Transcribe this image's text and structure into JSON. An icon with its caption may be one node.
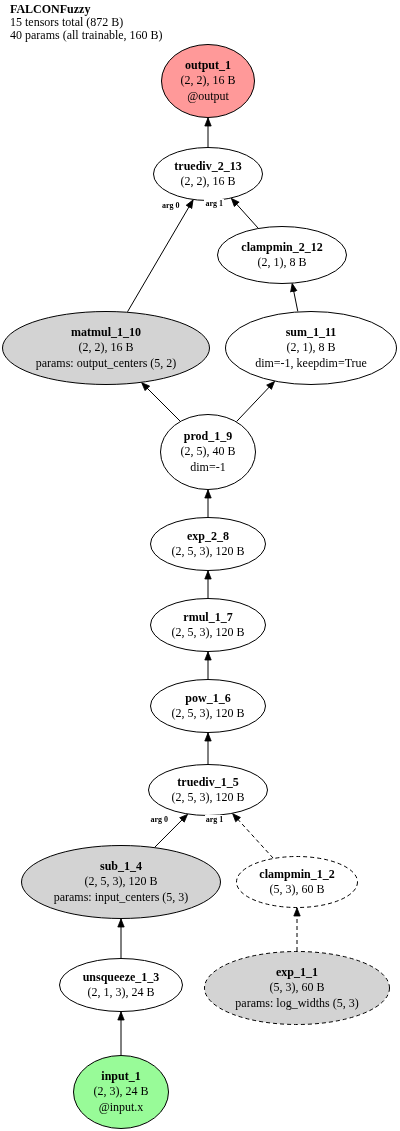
{
  "diagram": {
    "title": "FALCONFuzzy",
    "nodes": [
      {
        "text": [
          "output_1",
          "(2, 2), 16 B",
          "@output"
        ]
      },
      {
        "text": [
          "truediv_2_13",
          "(2, 2), 16 B"
        ]
      },
      {
        "text": [
          "clampmin_2_12",
          "(2, 1), 8 B"
        ]
      },
      {
        "text": [
          "matmul_1_10",
          "(2, 2), 16 B",
          "params: output_centers (5, 2)"
        ]
      },
      {
        "text": [
          "sum_1_11",
          "(2, 1), 8 B",
          "dim=-1, keepdim=True"
        ]
      },
      {
        "text": [
          "prod_1_9",
          "(2, 5), 40 B",
          "dim=-1"
        ]
      },
      {
        "text": [
          "exp_2_8",
          "(2, 5, 3), 120 B"
        ]
      },
      {
        "text": [
          "rmul_1_7",
          "(2, 5, 3), 120 B"
        ]
      },
      {
        "text": [
          "pow_1_6",
          "(2, 5, 3), 120 B"
        ]
      },
      {
        "text": [
          "truediv_1_5",
          "(2, 5, 3), 120 B"
        ]
      },
      {
        "text": [
          "sub_1_4",
          "(2, 5, 3), 120 B",
          "params: input_centers (5, 3)"
        ]
      },
      {
        "text": [
          "clampmin_1_2",
          "(5, 3), 60 B"
        ]
      },
      {
        "text": [
          "unsqueeze_1_3",
          "(2, 1, 3), 24 B"
        ]
      },
      {
        "text": [
          "exp_1_1",
          "(5, 3), 60 B",
          "params: log_widths (5, 3)"
        ]
      },
      {
        "text": [
          "input_1",
          "(2, 3), 24 B",
          "@input.x"
        ]
      }
    ],
    "edges": [
      {
        "from": 1,
        "to": 0,
        "arrow": "to"
      },
      {
        "from": 3,
        "to": 1,
        "arrow": "to",
        "label": "arg 0"
      },
      {
        "from": 2,
        "to": 1,
        "arrow": "to",
        "label": "arg 1"
      },
      {
        "from": 4,
        "to": 2,
        "arrow": "to"
      },
      {
        "from": 5,
        "to": 3,
        "arrow": "to"
      },
      {
        "from": 5,
        "to": 4,
        "arrow": "to"
      },
      {
        "from": 6,
        "to": 5,
        "arrow": "to"
      },
      {
        "from": 7,
        "to": 6,
        "arrow": "to"
      },
      {
        "from": 8,
        "to": 7,
        "arrow": "to"
      },
      {
        "from": 9,
        "to": 8,
        "arrow": "to"
      },
      {
        "from": 10,
        "to": 9,
        "arrow": "to",
        "label": "arg 0"
      },
      {
        "from": 11,
        "to": 9,
        "arrow": "to",
        "label": "arg 1",
        "style": "dashed"
      },
      {
        "from": 12,
        "to": 10,
        "arrow": "to"
      },
      {
        "from": 13,
        "to": 11,
        "arrow": "to",
        "style": "dashed"
      },
      {
        "from": 14,
        "to": 12,
        "arrow": "to"
      }
    ],
    "labels": [
      "15 tensors total (872 B)",
      "40 params (all trainable, 160 B)"
    ]
  }
}
